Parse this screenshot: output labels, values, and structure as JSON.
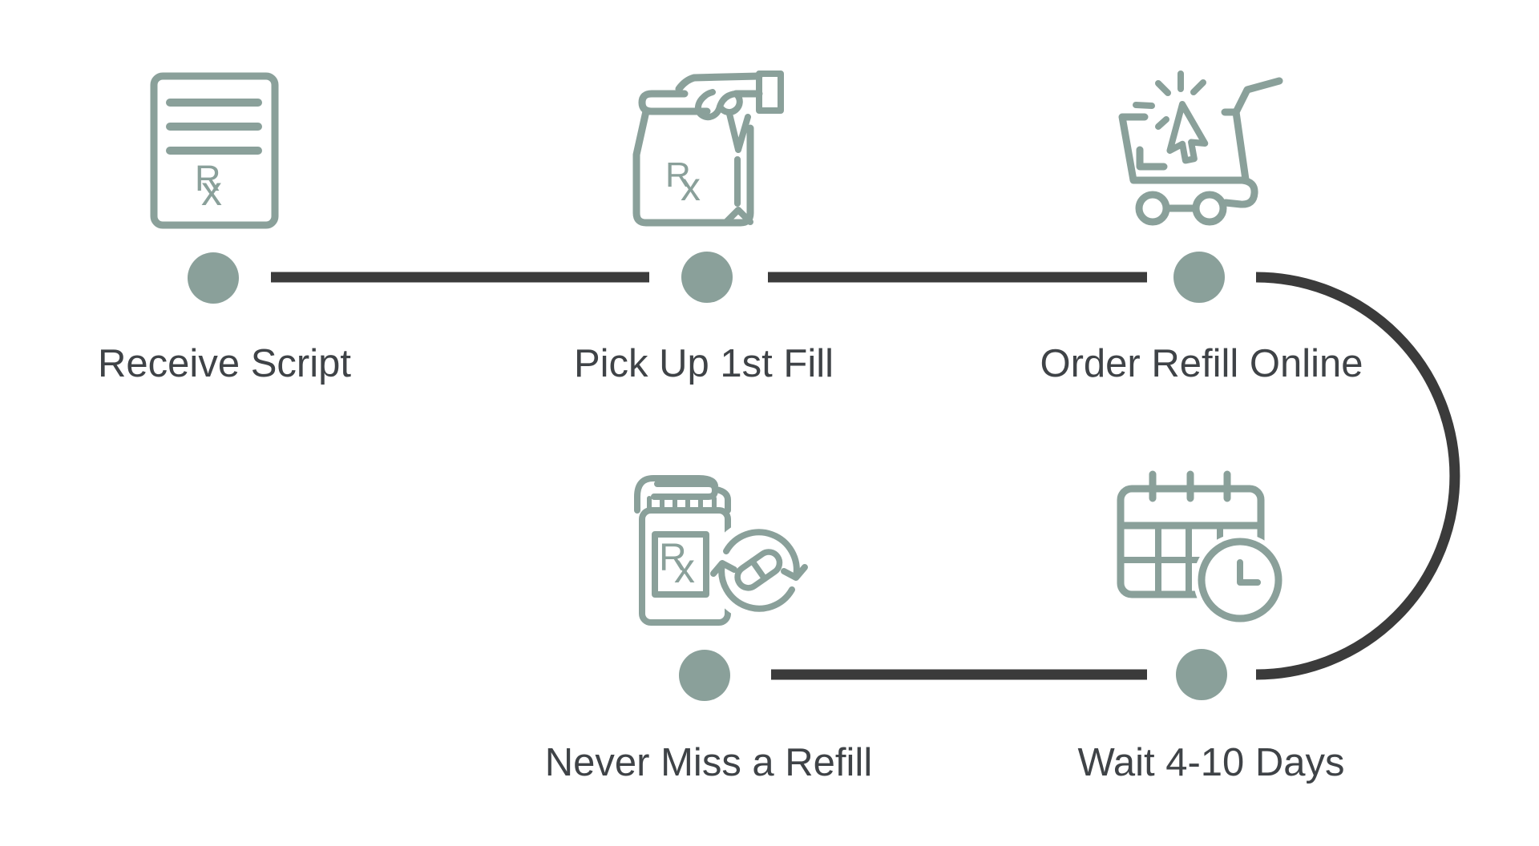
{
  "diagram_name": "prescription-refill-process-flow",
  "colors": {
    "accent": "#8aa09a",
    "connector": "#3b3b3b",
    "label": "#3f4347",
    "background": "#ffffff"
  },
  "rx": {
    "r": "R",
    "x": "x"
  },
  "steps": [
    {
      "id": "receive-script",
      "label": "Receive Script",
      "icon": "prescription-document-icon"
    },
    {
      "id": "pick-up-first-fill",
      "label": "Pick Up 1st Fill",
      "icon": "hand-holding-pharmacy-bag-icon"
    },
    {
      "id": "order-refill-online",
      "label": "Order Refill Online",
      "icon": "cart-click-icon"
    },
    {
      "id": "wait-4-10-days",
      "label": "Wait 4-10 Days",
      "icon": "calendar-clock-icon"
    },
    {
      "id": "never-miss-a-refill",
      "label": "Never Miss a Refill",
      "icon": "pill-bottle-refill-icon"
    }
  ]
}
